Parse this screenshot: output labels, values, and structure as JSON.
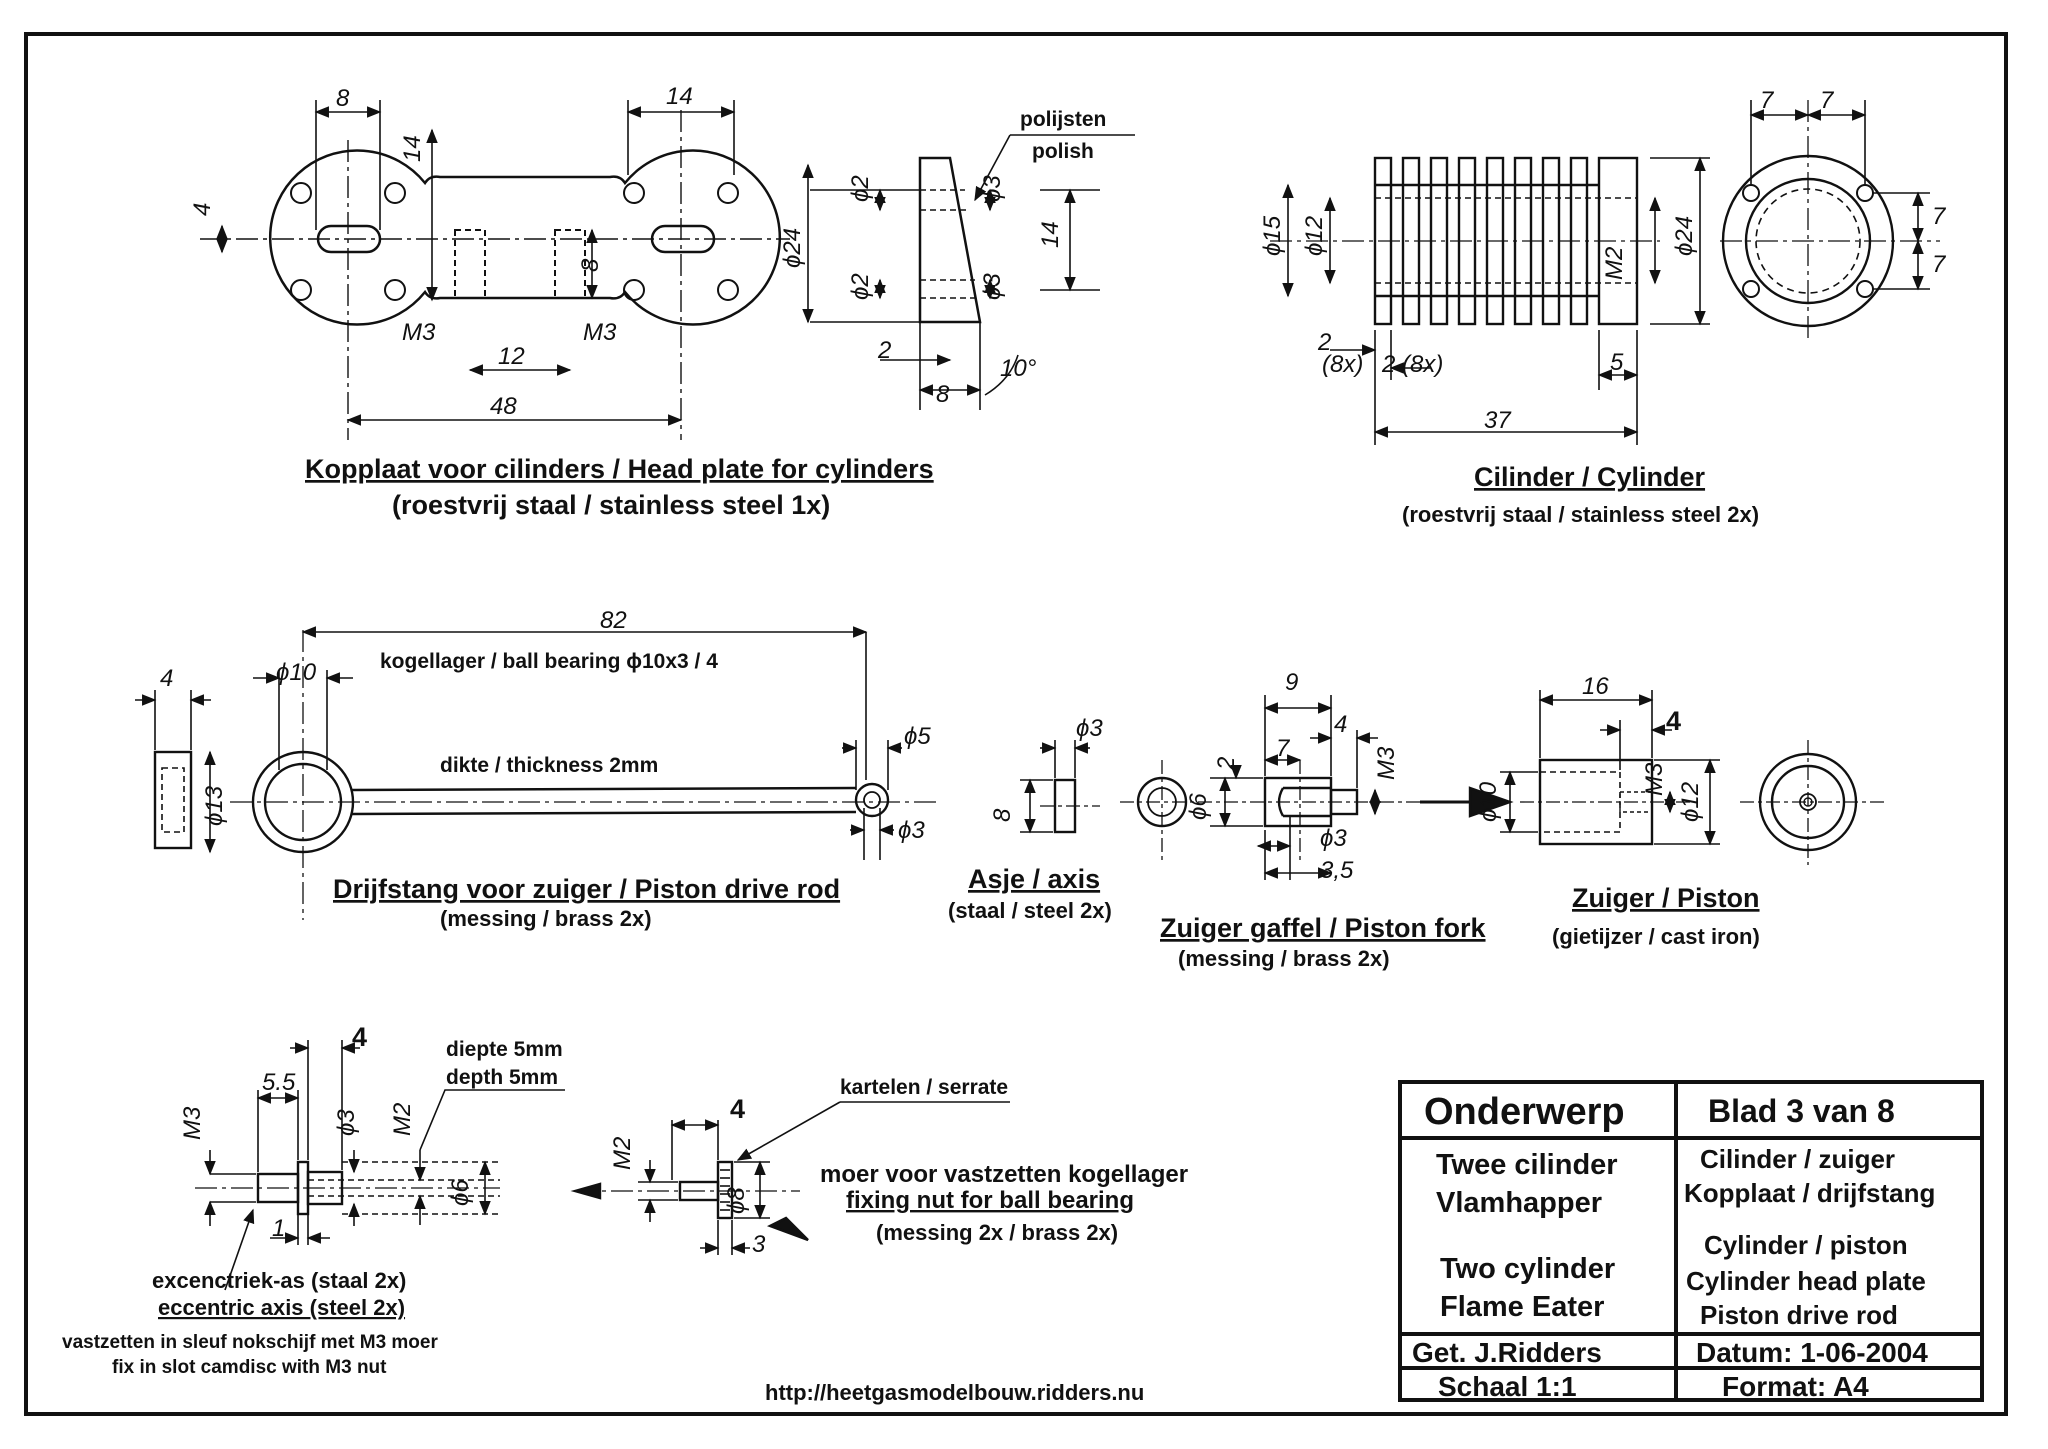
{
  "parts": {
    "head_plate": {
      "title": "Kopplaat voor cilinders / Head plate for cylinders",
      "material": "(roestvrij staal / stainless steel  1x)",
      "polish_nl": "polijsten",
      "polish_en": "polish",
      "dims": [
        "8",
        "14",
        "14",
        "4",
        "8",
        "M3",
        "M3",
        "12",
        "48",
        "ϕ24",
        "14",
        "ϕ2",
        "ϕ2",
        "ϕ3",
        "ϕ3",
        "2",
        "8",
        "10°"
      ]
    },
    "cylinder": {
      "title": "Cilinder / Cylinder",
      "material": "(roestvrij staal / stainless steel  2x)",
      "dims": [
        "7",
        "7",
        "7",
        "7",
        "ϕ15",
        "ϕ12",
        "M2",
        "ϕ24",
        "2",
        "(8x)",
        "2 (8x)",
        "5",
        "37"
      ]
    },
    "drive_rod": {
      "title": "Drijfstang voor zuiger / Piston drive rod",
      "material": "(messing / brass  2x)",
      "bearing_note": "kogellager / ball bearing  ϕ10x3 / 4",
      "thickness_note": "dikte / thickness  2mm",
      "dims": [
        "82",
        "4",
        "ϕ10",
        "ϕ13",
        "ϕ5",
        "ϕ3"
      ]
    },
    "axis": {
      "title": "Asje / axis",
      "material": "(staal / steel 2x)",
      "dims": [
        "ϕ3",
        "8"
      ]
    },
    "piston_fork": {
      "title": "Zuiger gaffel / Piston fork",
      "material": "(messing / brass  2x)",
      "dims": [
        "9",
        "4",
        "7",
        "2",
        "ϕ6",
        "M3",
        "ϕ3",
        "3,5"
      ]
    },
    "piston": {
      "title": "Zuiger / Piston",
      "material": "(gietijzer / cast iron)",
      "dims": [
        "16",
        "4",
        "ϕ10",
        "M3",
        "ϕ12"
      ]
    },
    "eccentric_axis": {
      "title_nl": "excenctriek-as (staal 2x)",
      "title_en": "eccentric axis (steel 2x)",
      "note_nl": "vastzetten in sleuf nokschijf met M3 moer",
      "note_en": "fix in slot camdisc with M3 nut",
      "depth_nl": "diepte 5mm",
      "depth_en": "depth 5mm",
      "dims": [
        "4",
        "5.5",
        "ϕ3",
        "M2",
        "M3",
        "ϕ6",
        "1"
      ]
    },
    "fixing_nut": {
      "serrate_note": "kartelen / serrate",
      "title_nl": "moer voor vastzetten kogellager",
      "title_en": "fixing nut for ball bearing",
      "material": "(messing 2x / brass 2x)",
      "dims": [
        "4",
        "M2",
        "ϕ8",
        "3"
      ]
    }
  },
  "url": "http://heetgasmodelbouw.ridders.nu",
  "title_block": {
    "subject_label": "Onderwerp",
    "sheet": "Blad 3 van 8",
    "name_nl_1": "Twee cilinder",
    "name_nl_2": "Vlamhapper",
    "name_en_1": "Two cylinder",
    "name_en_2": "Flame Eater",
    "content_nl_1": "Cilinder / zuiger",
    "content_nl_2": "Kopplaat / drijfstang",
    "content_en_1": "Cylinder / piston",
    "content_en_2": "Cylinder head plate",
    "content_en_3": "Piston drive rod",
    "drawn_by": "Get. J.Ridders",
    "date": "Datum: 1-06-2004",
    "scale": "Schaal  1:1",
    "format": "Format: A4"
  }
}
